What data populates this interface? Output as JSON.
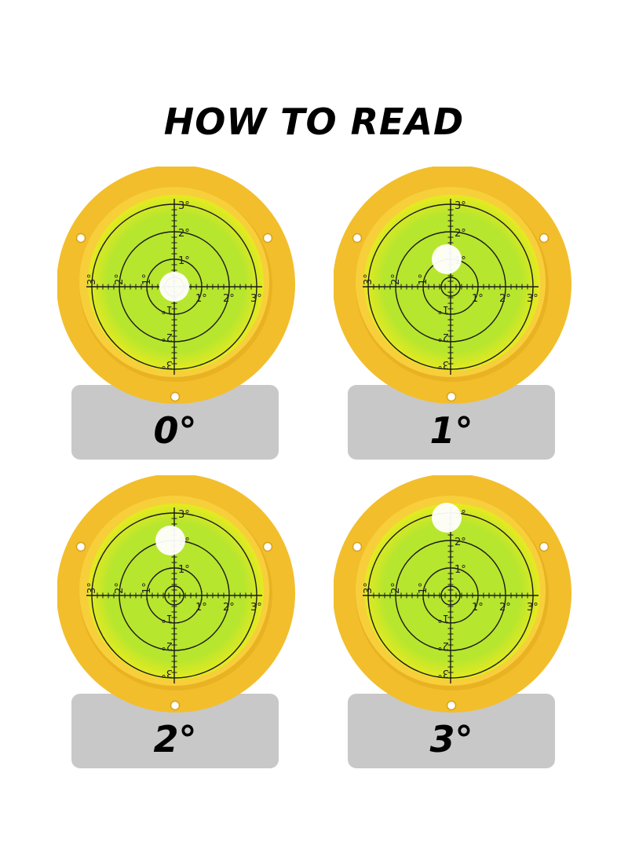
{
  "title": "HOW TO READ",
  "scale_label": "°",
  "panels": [
    {
      "reading": "0°",
      "tilt_degrees": 0
    },
    {
      "reading": "1°",
      "tilt_degrees": 1
    },
    {
      "reading": "2°",
      "tilt_degrees": 2
    },
    {
      "reading": "3°",
      "tilt_degrees": 3
    }
  ],
  "scale_ticks": [
    "1°",
    "2°",
    "3°"
  ],
  "colors": {
    "outer_rim": "#f2be2c",
    "inner_rim": "#f7cf3a",
    "vial_outer": "#e6ea20",
    "vial_inner": "#b7e62e",
    "label_box": "#c8c8c8",
    "bubble": "#ffffff"
  }
}
